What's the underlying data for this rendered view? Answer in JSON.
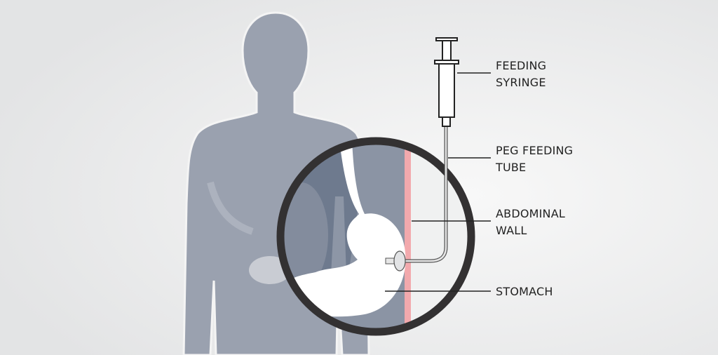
{
  "labels": {
    "syringe": {
      "line1": "FEEDING",
      "line2": "SYRINGE"
    },
    "tube": {
      "line1": "PEG FEEDING",
      "line2": "TUBE"
    },
    "wall": {
      "line1": "ABDOMINAL",
      "line2": "WALL"
    },
    "stomach": {
      "line1": "STOMACH"
    }
  },
  "colors": {
    "body": "#9aa1af",
    "body_dark": "#6f7a8d",
    "wall": "#f2a9ad",
    "ring": "#333132",
    "background": "#ecedee"
  }
}
